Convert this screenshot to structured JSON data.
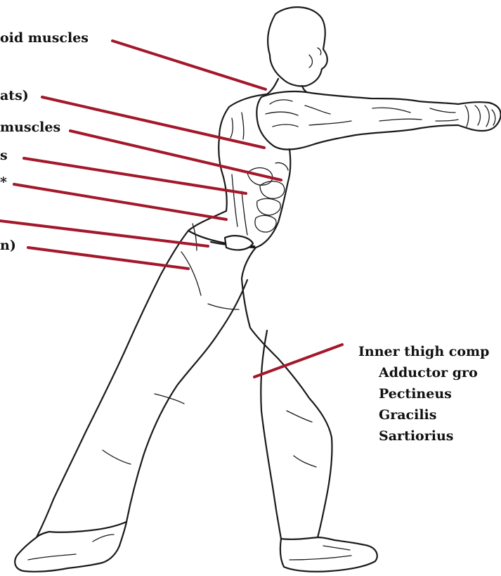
{
  "labels": {
    "rhomboid": "oid muscles",
    "lats": "ats)",
    "serratus": "muscles",
    "obliques": "s",
    "abdominis": "*",
    "hip_flexor": "n)"
  },
  "inner_thigh": {
    "title": "Inner thigh comp",
    "items": [
      "Adductor gro",
      "Pectineus",
      "Gracilis",
      "Sartiorius"
    ]
  },
  "colors": {
    "leader": "#a3182a",
    "outline": "#1a1a1a",
    "text": "#111111"
  }
}
